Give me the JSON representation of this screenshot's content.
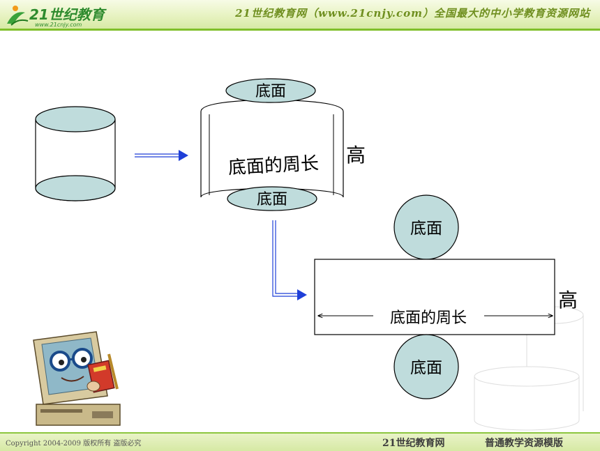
{
  "header": {
    "logo_text": "21世纪教育",
    "logo_url": "www.21cnjy.com",
    "slogan": "21世纪教育网（www.21cnjy.com）全国最大的中小学教育资源网站"
  },
  "diagram": {
    "label_top_base": "底面",
    "label_bottom_base": "底面",
    "label_curved_circumference": "底面的周长",
    "label_height_curved": "高",
    "label_top_circle": "底面",
    "label_bottom_circle": "底面",
    "label_circumference": "底面的周长",
    "label_height_net": "高"
  },
  "footer": {
    "copyright": "Copyright 2004-2009 版权所有 盗版必究",
    "brand": "21世纪教育网",
    "subtitle": "普通教学资源模版"
  },
  "colors": {
    "ellipse_fill": "#bfdcdc",
    "arrow": "#1f3fd8",
    "header_green": "#7fbf2a"
  }
}
